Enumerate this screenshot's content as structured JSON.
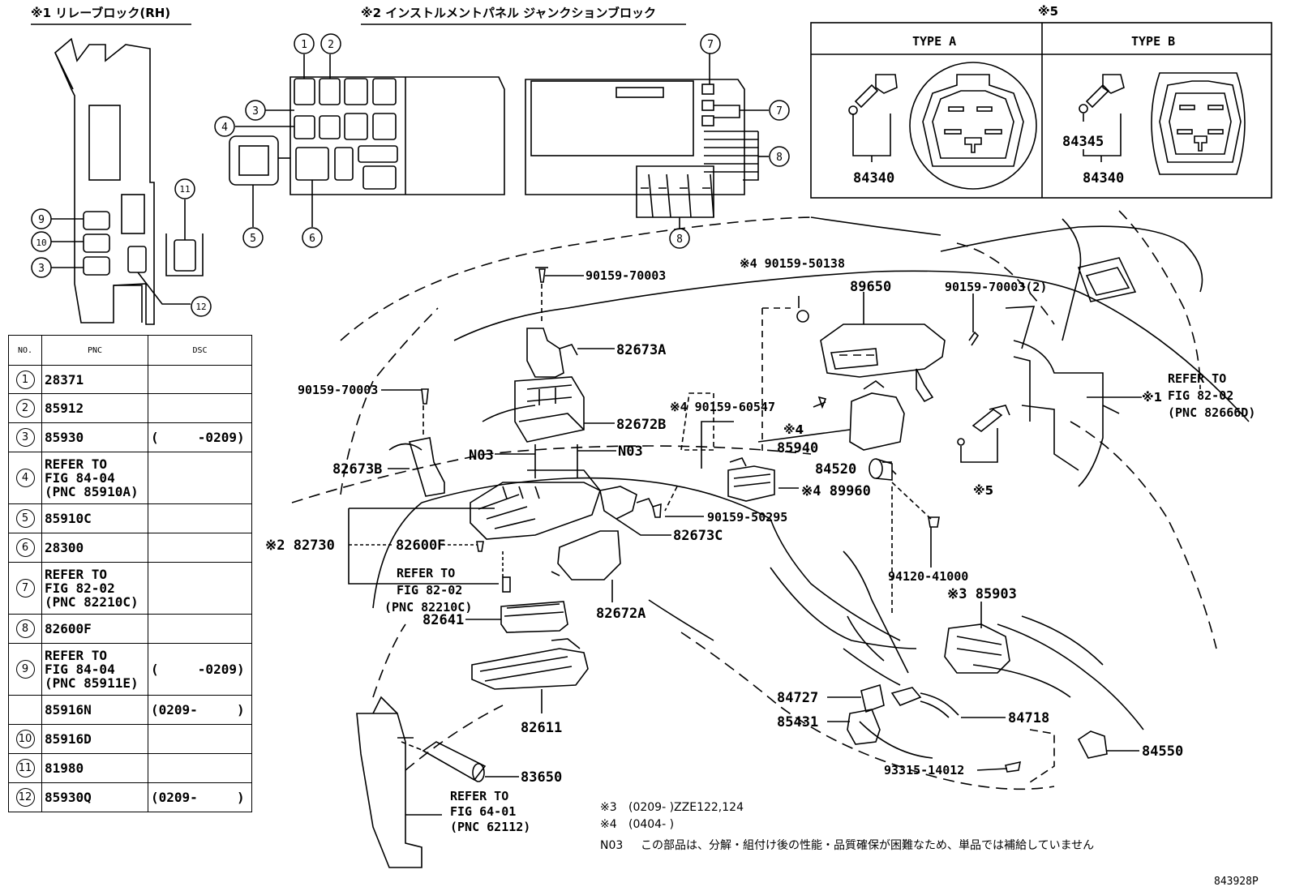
{
  "section_titles": {
    "relay_block": "※1 リレーブロック(RH)",
    "junction_block": "※2 インストルメントパネル ジャンクションブロック",
    "type_box": "※5"
  },
  "type_box": {
    "type_a": "TYPE A",
    "type_b": "TYPE B",
    "type_a_part": "84340",
    "type_b_part_top": "84345",
    "type_b_part": "84340"
  },
  "callout_numbers": [
    "1",
    "2",
    "3",
    "4",
    "5",
    "6",
    "7",
    "8",
    "9",
    "10",
    "11",
    "12"
  ],
  "table": {
    "headers": [
      "NO.",
      "PNC",
      "DSC"
    ],
    "rows": [
      {
        "no": "1",
        "pnc": [
          "28371"
        ],
        "dsc": ""
      },
      {
        "no": "2",
        "pnc": [
          "85912"
        ],
        "dsc": ""
      },
      {
        "no": "3",
        "pnc": [
          "85930"
        ],
        "dsc": "(     -0209)"
      },
      {
        "no": "4",
        "pnc": [
          "REFER TO",
          "FIG 84-04",
          "(PNC 85910A)"
        ],
        "dsc": ""
      },
      {
        "no": "5",
        "pnc": [
          "85910C"
        ],
        "dsc": ""
      },
      {
        "no": "6",
        "pnc": [
          "28300"
        ],
        "dsc": ""
      },
      {
        "no": "7",
        "pnc": [
          "REFER TO",
          "FIG 82-02",
          "(PNC 82210C)"
        ],
        "dsc": ""
      },
      {
        "no": "8",
        "pnc": [
          "82600F"
        ],
        "dsc": ""
      },
      {
        "no": "9",
        "pnc": [
          "REFER TO",
          "FIG 84-04",
          "(PNC 85911E)"
        ],
        "dsc": "(     -0209)"
      },
      {
        "no": "",
        "pnc": [
          "85916N"
        ],
        "dsc": "(0209-     )"
      },
      {
        "no": "10",
        "pnc": [
          "85916D"
        ],
        "dsc": ""
      },
      {
        "no": "11",
        "pnc": [
          "81980"
        ],
        "dsc": ""
      },
      {
        "no": "12",
        "pnc": [
          "85930Q"
        ],
        "dsc": "(0209-     )"
      }
    ]
  },
  "part_labels": {
    "p90159_70003_top": "90159-70003",
    "p90159_50138": "※4 90159-50138",
    "p89650": "89650",
    "p90159_70003_2": "90159-70003(2)",
    "p82673A": "82673A",
    "p90159_70003_left": "90159-70003",
    "p90159_60547": "※4 90159-60547",
    "p82672B": "82672B",
    "refer_82_02_right_1": "REFER TO",
    "refer_82_02_right_2": "FIG 82-02",
    "refer_82_02_right_3": "(PNC 82666D)",
    "mark1_right": "※1",
    "pN03_a": "N03",
    "pN03_b": "N03",
    "p85940": "※4",
    "p85940_num": "85940",
    "p82673B": "82673B",
    "p84520": "84520",
    "p89960": "※4 89960",
    "mark5_right": "※5",
    "p90159_50295": "90159-50295",
    "p82730": "※2 82730",
    "p82600F": "82600F",
    "p82673C": "82673C",
    "refer_82_02_mid_1": "REFER TO",
    "refer_82_02_mid_2": "FIG 82-02",
    "refer_82_02_mid_3": "(PNC 82210C)",
    "p94120": "94120-41000",
    "p85903": "※3 85903",
    "p82672A": "82672A",
    "p82641": "82641",
    "p84727": "84727",
    "p84718": "84718",
    "p85431": "85431",
    "p82611": "82611",
    "p84550": "84550",
    "p93315": "93315-14012",
    "p83650": "83650",
    "refer_64_01_1": "REFER TO",
    "refer_64_01_2": "FIG 64-01",
    "refer_64_01_3": "(PNC 62112)"
  },
  "notes": {
    "note3_mark": "※3",
    "note3_text": "(0209-     )ZZE122,124",
    "note4_mark": "※4",
    "note4_text": "(0404-     )",
    "n03_mark": "N03",
    "n03_text": "この部品は、分解・組付け後の性能・品質確保が困難なため、単品では補給していません"
  },
  "figure_id": "843928P"
}
